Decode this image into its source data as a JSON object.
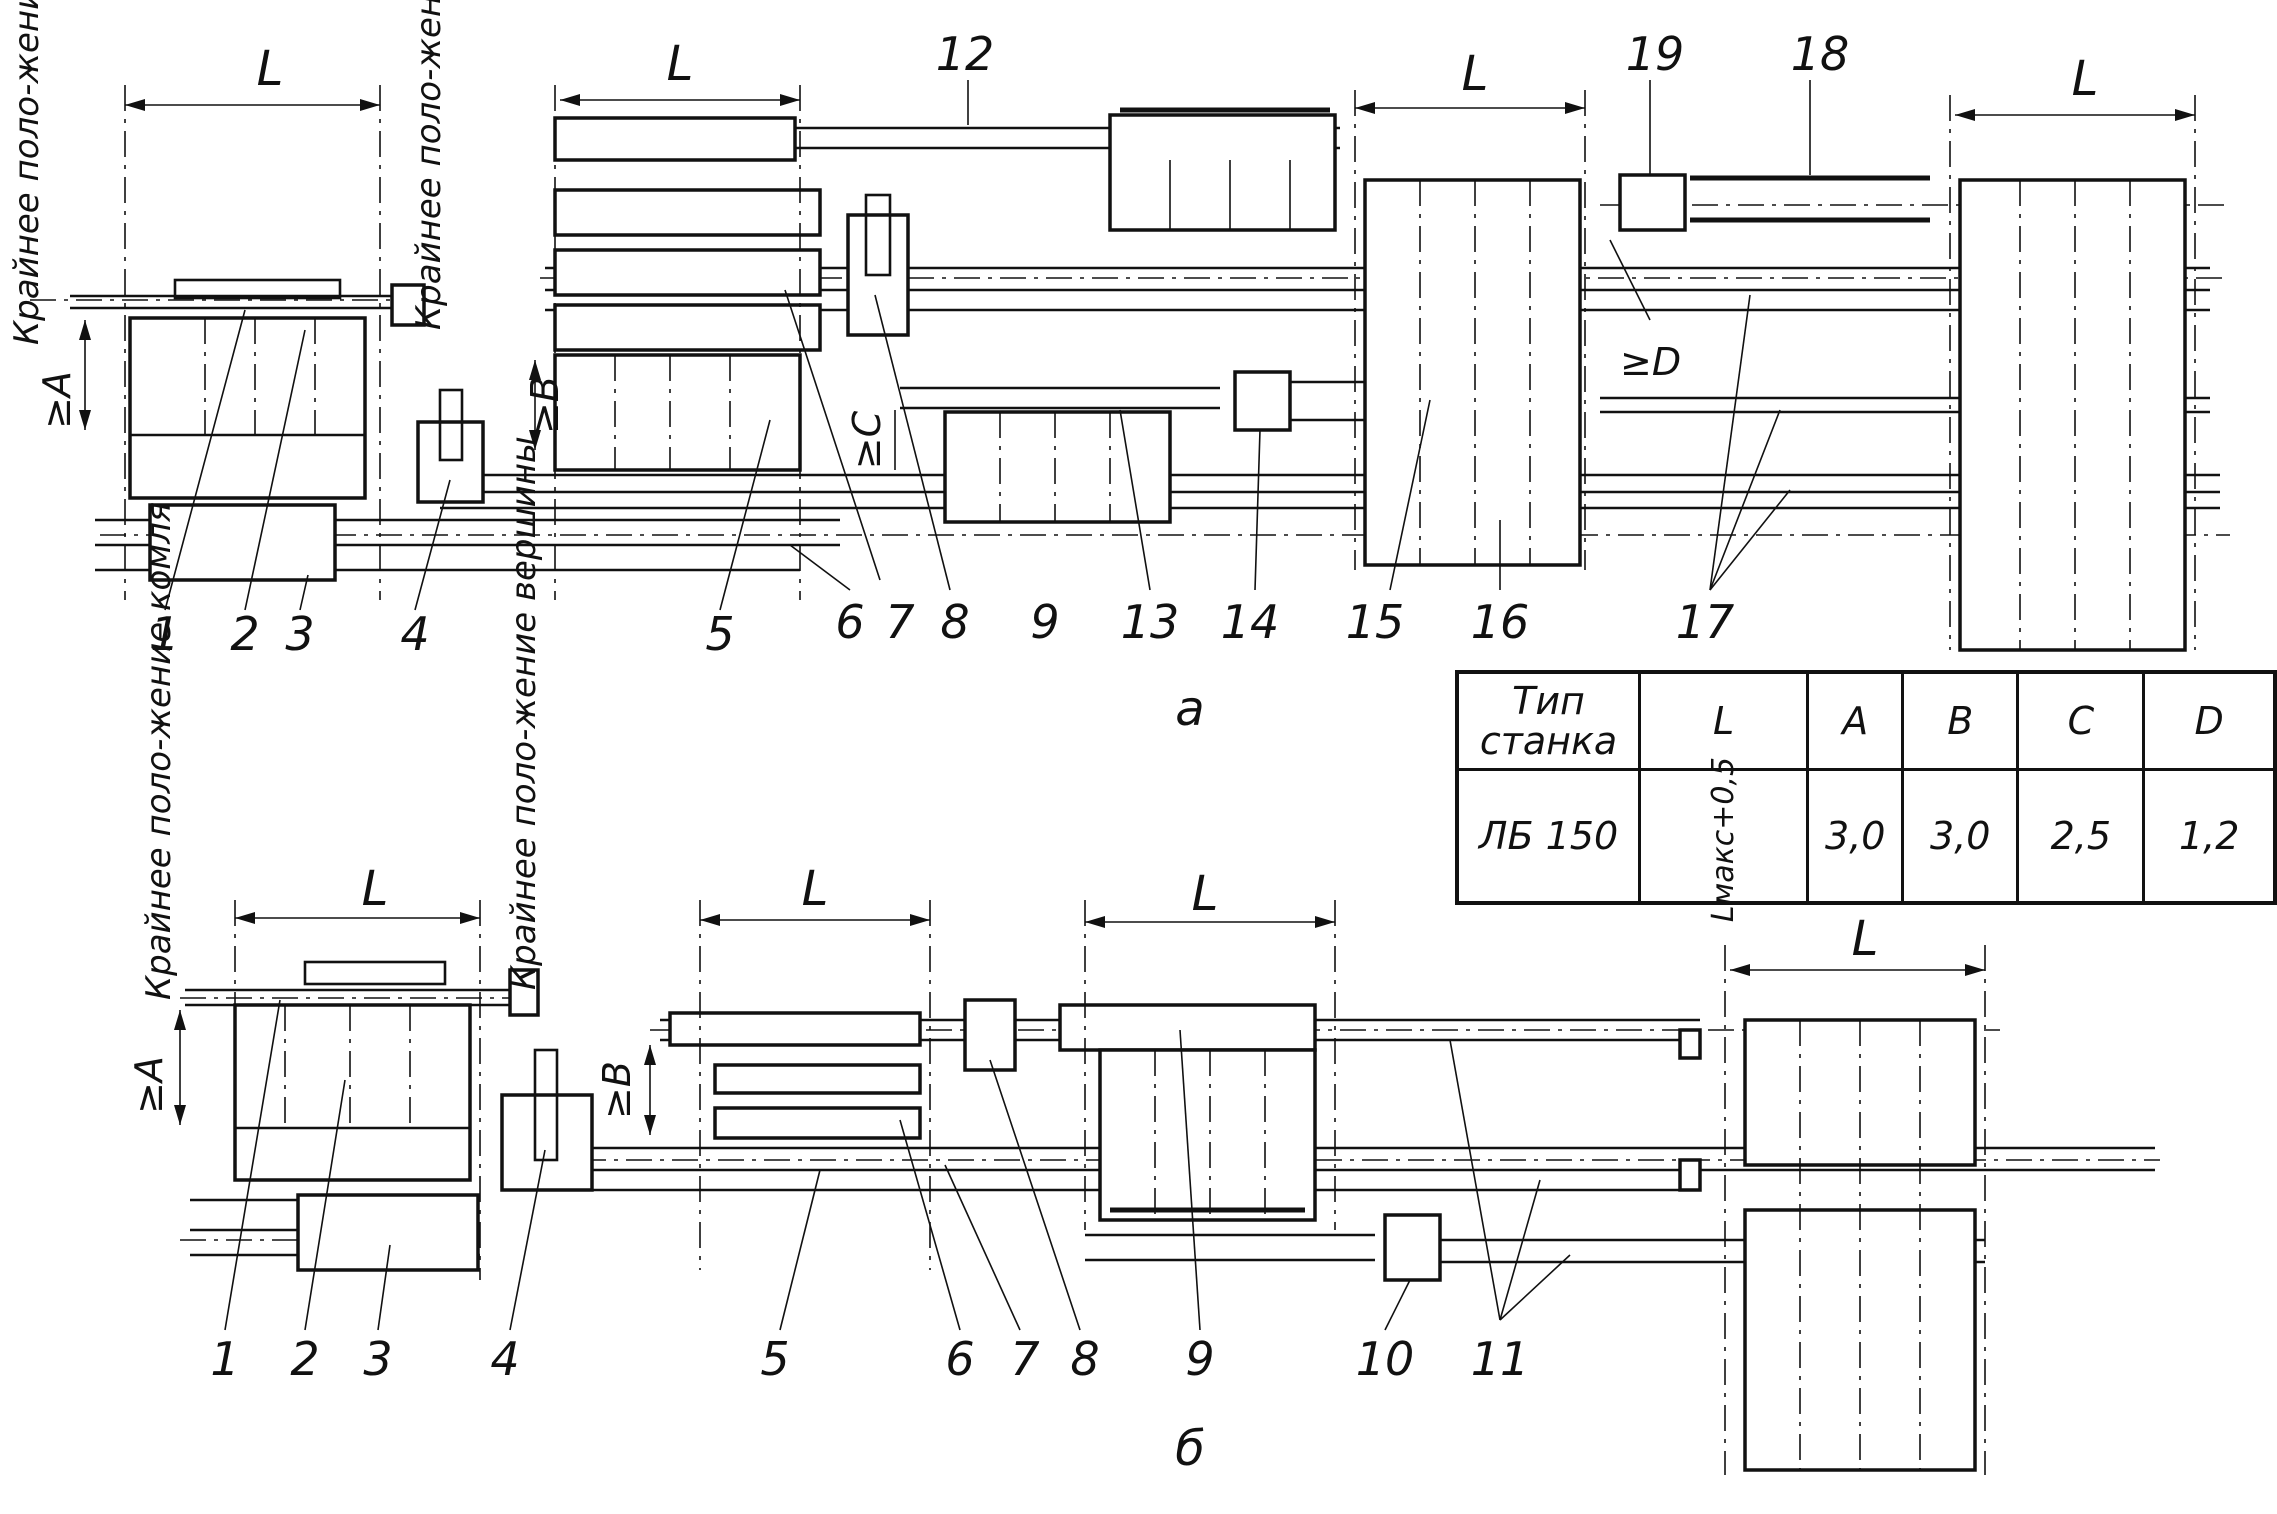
{
  "dimension_symbol": "L",
  "subfigures": {
    "a": {
      "caption": "а",
      "left_note": "Крайнее поло-жение комля",
      "right_note": "Крайнее поло-жение вершины",
      "dim_a": "≥A",
      "dim_b": "≥B",
      "dim_c": "≥C",
      "dim_d": "≥D",
      "part_numbers": [
        "1",
        "2",
        "3",
        "4",
        "5",
        "6",
        "7",
        "8",
        "9",
        "13",
        "14",
        "15",
        "16",
        "17"
      ],
      "top_numbers": [
        "12",
        "19",
        "18"
      ]
    },
    "b": {
      "caption": "б",
      "left_note": "Крайнее поло-жение комля",
      "right_note": "Крайнее поло-жение вершины",
      "dim_a": "≥A",
      "dim_b": "≥B",
      "part_numbers": [
        "1",
        "2",
        "3",
        "4",
        "5",
        "6",
        "7",
        "8",
        "9",
        "10",
        "11"
      ]
    }
  },
  "table": {
    "headers": [
      "Тип станка",
      "L",
      "A",
      "B",
      "C",
      "D"
    ],
    "row": {
      "type": "ЛБ 150",
      "L": "Lмакс+0,5",
      "A": "3,0",
      "B": "3,0",
      "C": "2,5",
      "D": "1,2"
    }
  }
}
